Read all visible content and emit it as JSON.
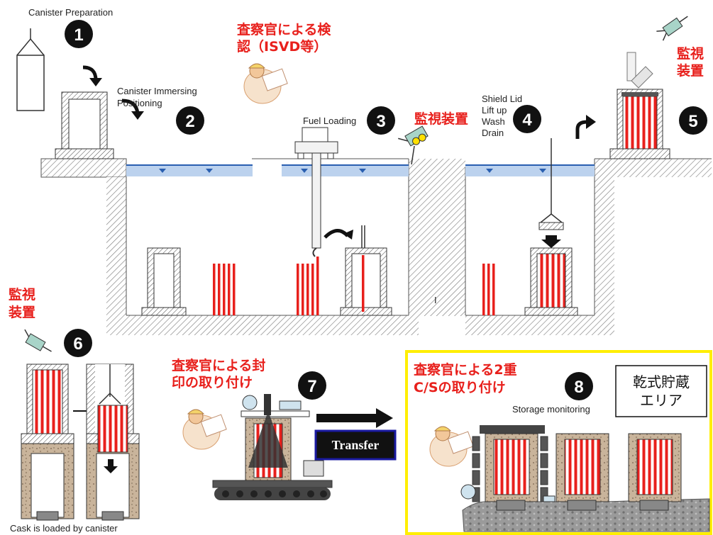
{
  "steps": [
    {
      "number": "1",
      "label_lines": [
        "Canister Preparation"
      ]
    },
    {
      "number": "2",
      "label_lines": [
        "Canister Immersing",
        "Positioning"
      ]
    },
    {
      "number": "3",
      "label_lines": [
        "Fuel Loading"
      ]
    },
    {
      "number": "4",
      "label_lines": [
        "Shield Lid",
        "Lift up",
        "Wash",
        "Drain"
      ]
    },
    {
      "number": "5",
      "label_lines": []
    },
    {
      "number": "6",
      "label_lines": [
        "Cask is loaded by canister"
      ]
    },
    {
      "number": "7",
      "label_lines": []
    },
    {
      "number": "8",
      "label_lines": [
        "Storage monitoring"
      ]
    }
  ],
  "annotations": {
    "inspector_verify": [
      "査察官による検",
      "認（ISVD等）"
    ],
    "monitor_device_inline": "監視装置",
    "monitor_device_stacked": [
      "監視",
      "装置"
    ],
    "monitor_device_left": [
      "監視",
      "装置"
    ],
    "inspector_seal": [
      "査察官による封",
      "印の取り付け"
    ],
    "inspector_double_cs": [
      "査察官による2重",
      "C/Sの取り付け"
    ],
    "stray_mark": "I"
  },
  "transfer_button": {
    "label": "Transfer"
  },
  "dry_storage_box": {
    "lines": [
      "乾式貯蔵",
      "エリア"
    ]
  },
  "colors": {
    "accent_red": "#e8201c",
    "water": "#bcd2ee",
    "fuel_red": "#e8201c",
    "highlight_border": "#ffee00",
    "transfer_bg": "#111111",
    "transfer_border": "#1a1aa0",
    "concrete": "#c9b49b"
  }
}
